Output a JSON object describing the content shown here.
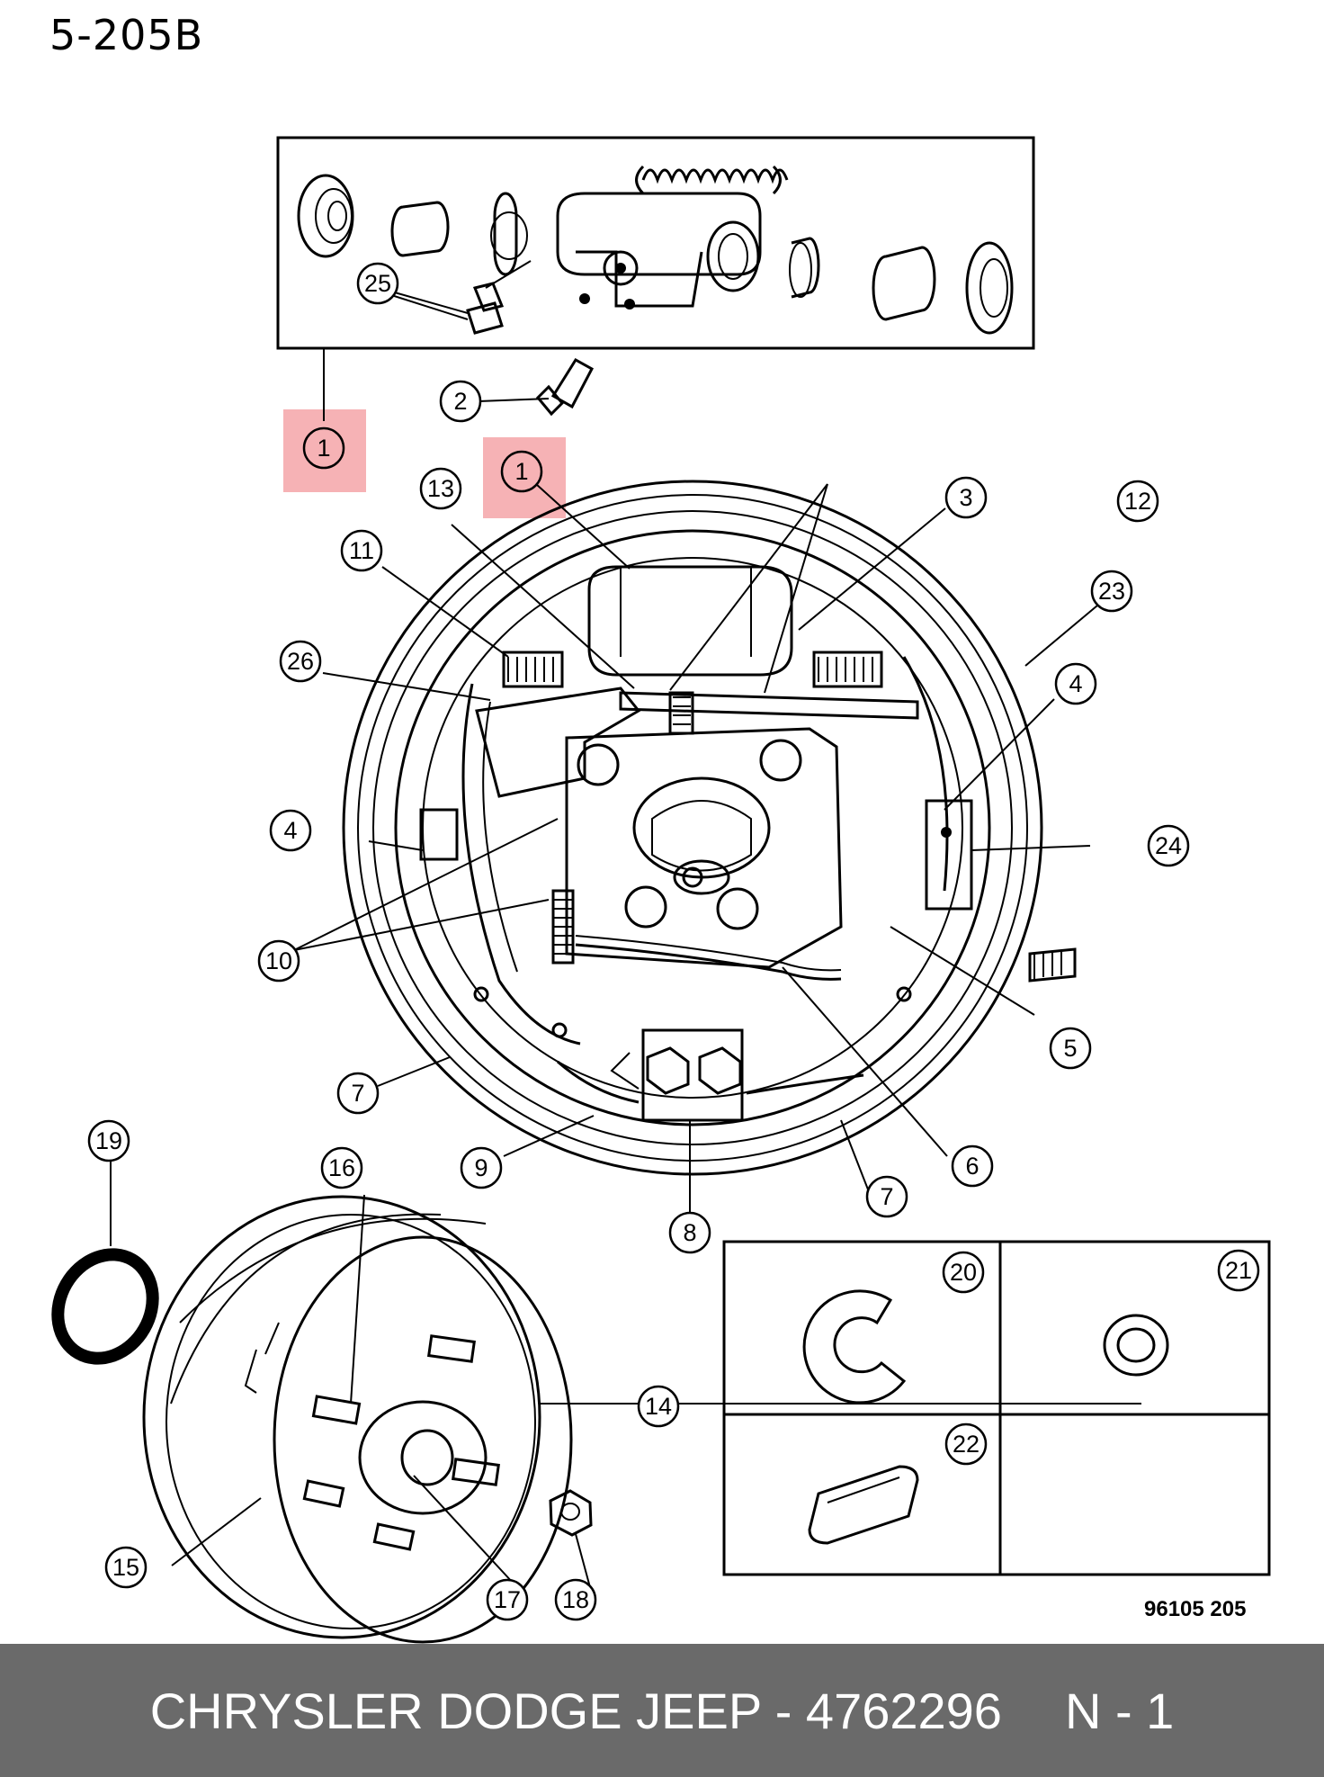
{
  "page_code": "5-205B",
  "figure_code": "96105  205",
  "footer": {
    "brand": "CHRYSLER DODGE JEEP - 4762296",
    "code": "N - 1"
  },
  "highlight_color": "#f4a5a8",
  "footer_color": "#6a6a6a",
  "callouts": [
    {
      "id": "c1a",
      "label": "1",
      "highlighted": true
    },
    {
      "id": "c1b",
      "label": "1",
      "highlighted": true
    },
    {
      "id": "c2",
      "label": "2"
    },
    {
      "id": "c3",
      "label": "3"
    },
    {
      "id": "c4a",
      "label": "4"
    },
    {
      "id": "c4b",
      "label": "4"
    },
    {
      "id": "c5",
      "label": "5"
    },
    {
      "id": "c6",
      "label": "6"
    },
    {
      "id": "c7a",
      "label": "7"
    },
    {
      "id": "c7b",
      "label": "7"
    },
    {
      "id": "c8",
      "label": "8"
    },
    {
      "id": "c9",
      "label": "9"
    },
    {
      "id": "c10",
      "label": "10"
    },
    {
      "id": "c11",
      "label": "11"
    },
    {
      "id": "c12",
      "label": "12"
    },
    {
      "id": "c13",
      "label": "13"
    },
    {
      "id": "c14",
      "label": "14"
    },
    {
      "id": "c15",
      "label": "15"
    },
    {
      "id": "c16",
      "label": "16"
    },
    {
      "id": "c17",
      "label": "17"
    },
    {
      "id": "c18",
      "label": "18"
    },
    {
      "id": "c19",
      "label": "19"
    },
    {
      "id": "c20",
      "label": "20"
    },
    {
      "id": "c21",
      "label": "21"
    },
    {
      "id": "c22",
      "label": "22"
    },
    {
      "id": "c23",
      "label": "23"
    },
    {
      "id": "c24",
      "label": "24"
    },
    {
      "id": "c25",
      "label": "25"
    },
    {
      "id": "c26",
      "label": "26"
    }
  ]
}
